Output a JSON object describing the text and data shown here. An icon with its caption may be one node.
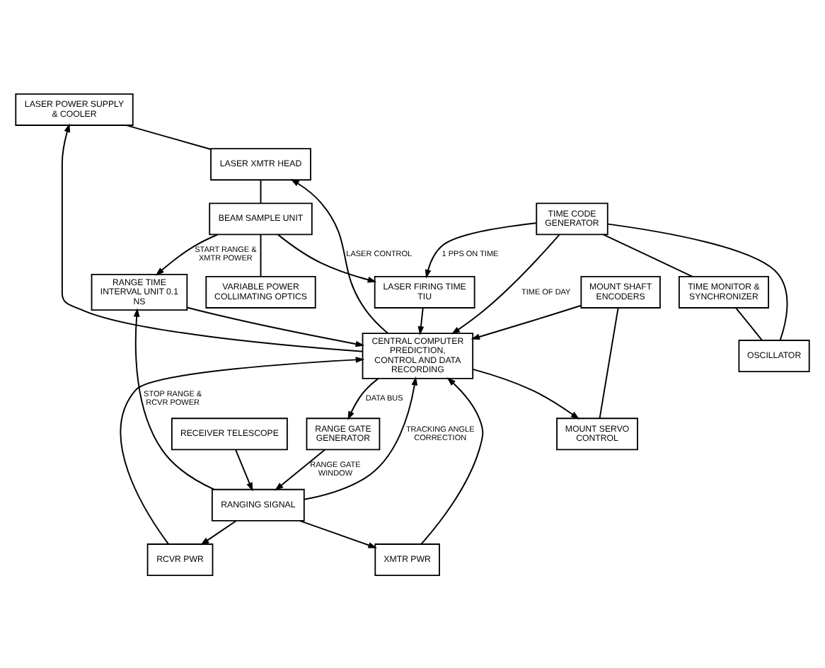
{
  "diagram": {
    "nodes": [
      {
        "text": [
          "LASER POWER SUPPLY & COOLER"
        ]
      },
      {
        "text": [
          "LASER XMTR HEAD"
        ]
      },
      {
        "text": [
          "BEAM SAMPLE UNIT"
        ]
      },
      {
        "text": [
          "VARIABLE POWER COLLIMATING OPTICS"
        ]
      },
      {
        "text": [
          "CENTRAL COMPUTER PREDICTION, CONTROL AND DATA RECORDING"
        ]
      },
      {
        "text": [
          "MOUNT SHAFT ENCODERS"
        ]
      },
      {
        "text": [
          "MOUNT SERVO CONTROL"
        ]
      },
      {
        "text": [
          "RECEIVER TELESCOPE"
        ]
      },
      {
        "text": [
          "RANGING SIGNAL"
        ]
      },
      {
        "text": [
          "RANGE GATE GENERATOR"
        ]
      },
      {
        "text": [
          "RANGE TIME INTERVAL UNIT 0.1 NS"
        ]
      },
      {
        "text": [
          "XMTR PWR"
        ]
      },
      {
        "text": [
          "RCVR PWR"
        ]
      },
      {
        "text": [
          "TIME MONITOR & SYNCHRONIZER"
        ]
      },
      {
        "text": [
          "LASER FIRING TIME TIU"
        ]
      },
      {
        "text": [
          "TIME CODE GENERATOR"
        ]
      },
      {
        "text": [
          "OSCILLATOR"
        ]
      }
    ],
    "edges": [
      {
        "from": 0,
        "to": 1,
        "arrow": "none"
      },
      {
        "from": 1,
        "to": 2,
        "arrow": "none"
      },
      {
        "from": 2,
        "to": 3,
        "arrow": "none"
      },
      {
        "from": 4,
        "to": 0,
        "arrow": "to"
      },
      {
        "from": 4,
        "to": 1,
        "arrow": "to",
        "label": "LASER CONTROL"
      },
      {
        "from": 5,
        "to": 4,
        "arrow": "to"
      },
      {
        "from": 5,
        "to": 6,
        "arrow": "none"
      },
      {
        "from": 4,
        "to": 6,
        "arrow": "to"
      },
      {
        "from": 8,
        "to": 4,
        "arrow": "to",
        "label": "TRACKING ANGLE CORRECTION"
      },
      {
        "from": 4,
        "to": 9,
        "arrow": "to",
        "label": "DATA BUS"
      },
      {
        "from": 7,
        "to": 8,
        "arrow": "to"
      },
      {
        "from": 9,
        "to": 8,
        "arrow": "to",
        "label": "RANGE GATE WINDOW"
      },
      {
        "from": 2,
        "to": 10,
        "arrow": "to",
        "label": "START RANGE & XMTR POWER"
      },
      {
        "from": 2,
        "to": 14,
        "arrow": "to"
      },
      {
        "from": 8,
        "to": 10,
        "arrow": "to",
        "label": "STOP RANGE & RCVR POWER"
      },
      {
        "from": 8,
        "to": 11,
        "arrow": "to"
      },
      {
        "from": 8,
        "to": 12,
        "arrow": "to"
      },
      {
        "from": 10,
        "to": 4,
        "arrow": "to"
      },
      {
        "from": 11,
        "to": 4,
        "arrow": "to"
      },
      {
        "from": 12,
        "to": 4,
        "arrow": "to"
      },
      {
        "from": 14,
        "to": 4,
        "arrow": "to"
      },
      {
        "from": 15,
        "to": 14,
        "arrow": "to",
        "label": "1 PPS ON TIME"
      },
      {
        "from": 15,
        "to": 4,
        "arrow": "to",
        "label": "TIME OF DAY"
      },
      {
        "from": 15,
        "to": 13,
        "arrow": "none"
      },
      {
        "from": 13,
        "to": 16,
        "arrow": "none"
      },
      {
        "from": 15,
        "to": 16,
        "arrow": "none"
      }
    ]
  }
}
